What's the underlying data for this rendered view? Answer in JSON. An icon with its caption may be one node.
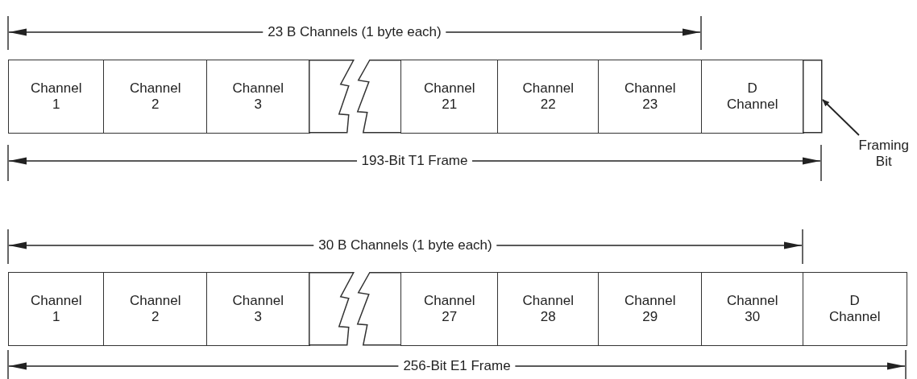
{
  "diagram": {
    "nodes": [
      {
        "text": [
          "Channel 1"
        ]
      },
      {
        "text": [
          "Channel 2"
        ]
      },
      {
        "text": [
          "Channel 3"
        ]
      },
      {
        "text": [],
        "shape": "box"
      },
      {
        "text": [],
        "shape": "box"
      },
      {
        "text": [
          "Channel 21"
        ]
      },
      {
        "text": [
          "Channel 22"
        ]
      },
      {
        "text": [
          "Channel 23"
        ]
      },
      {
        "text": [
          "D Channel"
        ]
      },
      {
        "text": [],
        "shape": "box"
      },
      {
        "text": [
          "Framing Bit"
        ]
      },
      {
        "text": [
          "Channel 1"
        ]
      },
      {
        "text": [
          "Channel 2"
        ]
      },
      {
        "text": [
          "Channel 3"
        ]
      },
      {
        "text": [],
        "shape": "box"
      },
      {
        "text": [],
        "shape": "box"
      },
      {
        "text": [
          "Channel 27"
        ]
      },
      {
        "text": [
          "Channel 28"
        ]
      },
      {
        "text": [
          "Channel 29"
        ]
      },
      {
        "text": [
          "Channel 30"
        ]
      },
      {
        "text": [
          "D Channel"
        ]
      }
    ],
    "edges": [
      {
        "from": 10,
        "to": 9,
        "arrow": "to"
      }
    ],
    "labels": [
      "23 B Channels (1 byte each)",
      "193-Bit T1 Frame",
      "30 B Channels (1 byte each)",
      "256-Bit E1 Frame"
    ]
  }
}
